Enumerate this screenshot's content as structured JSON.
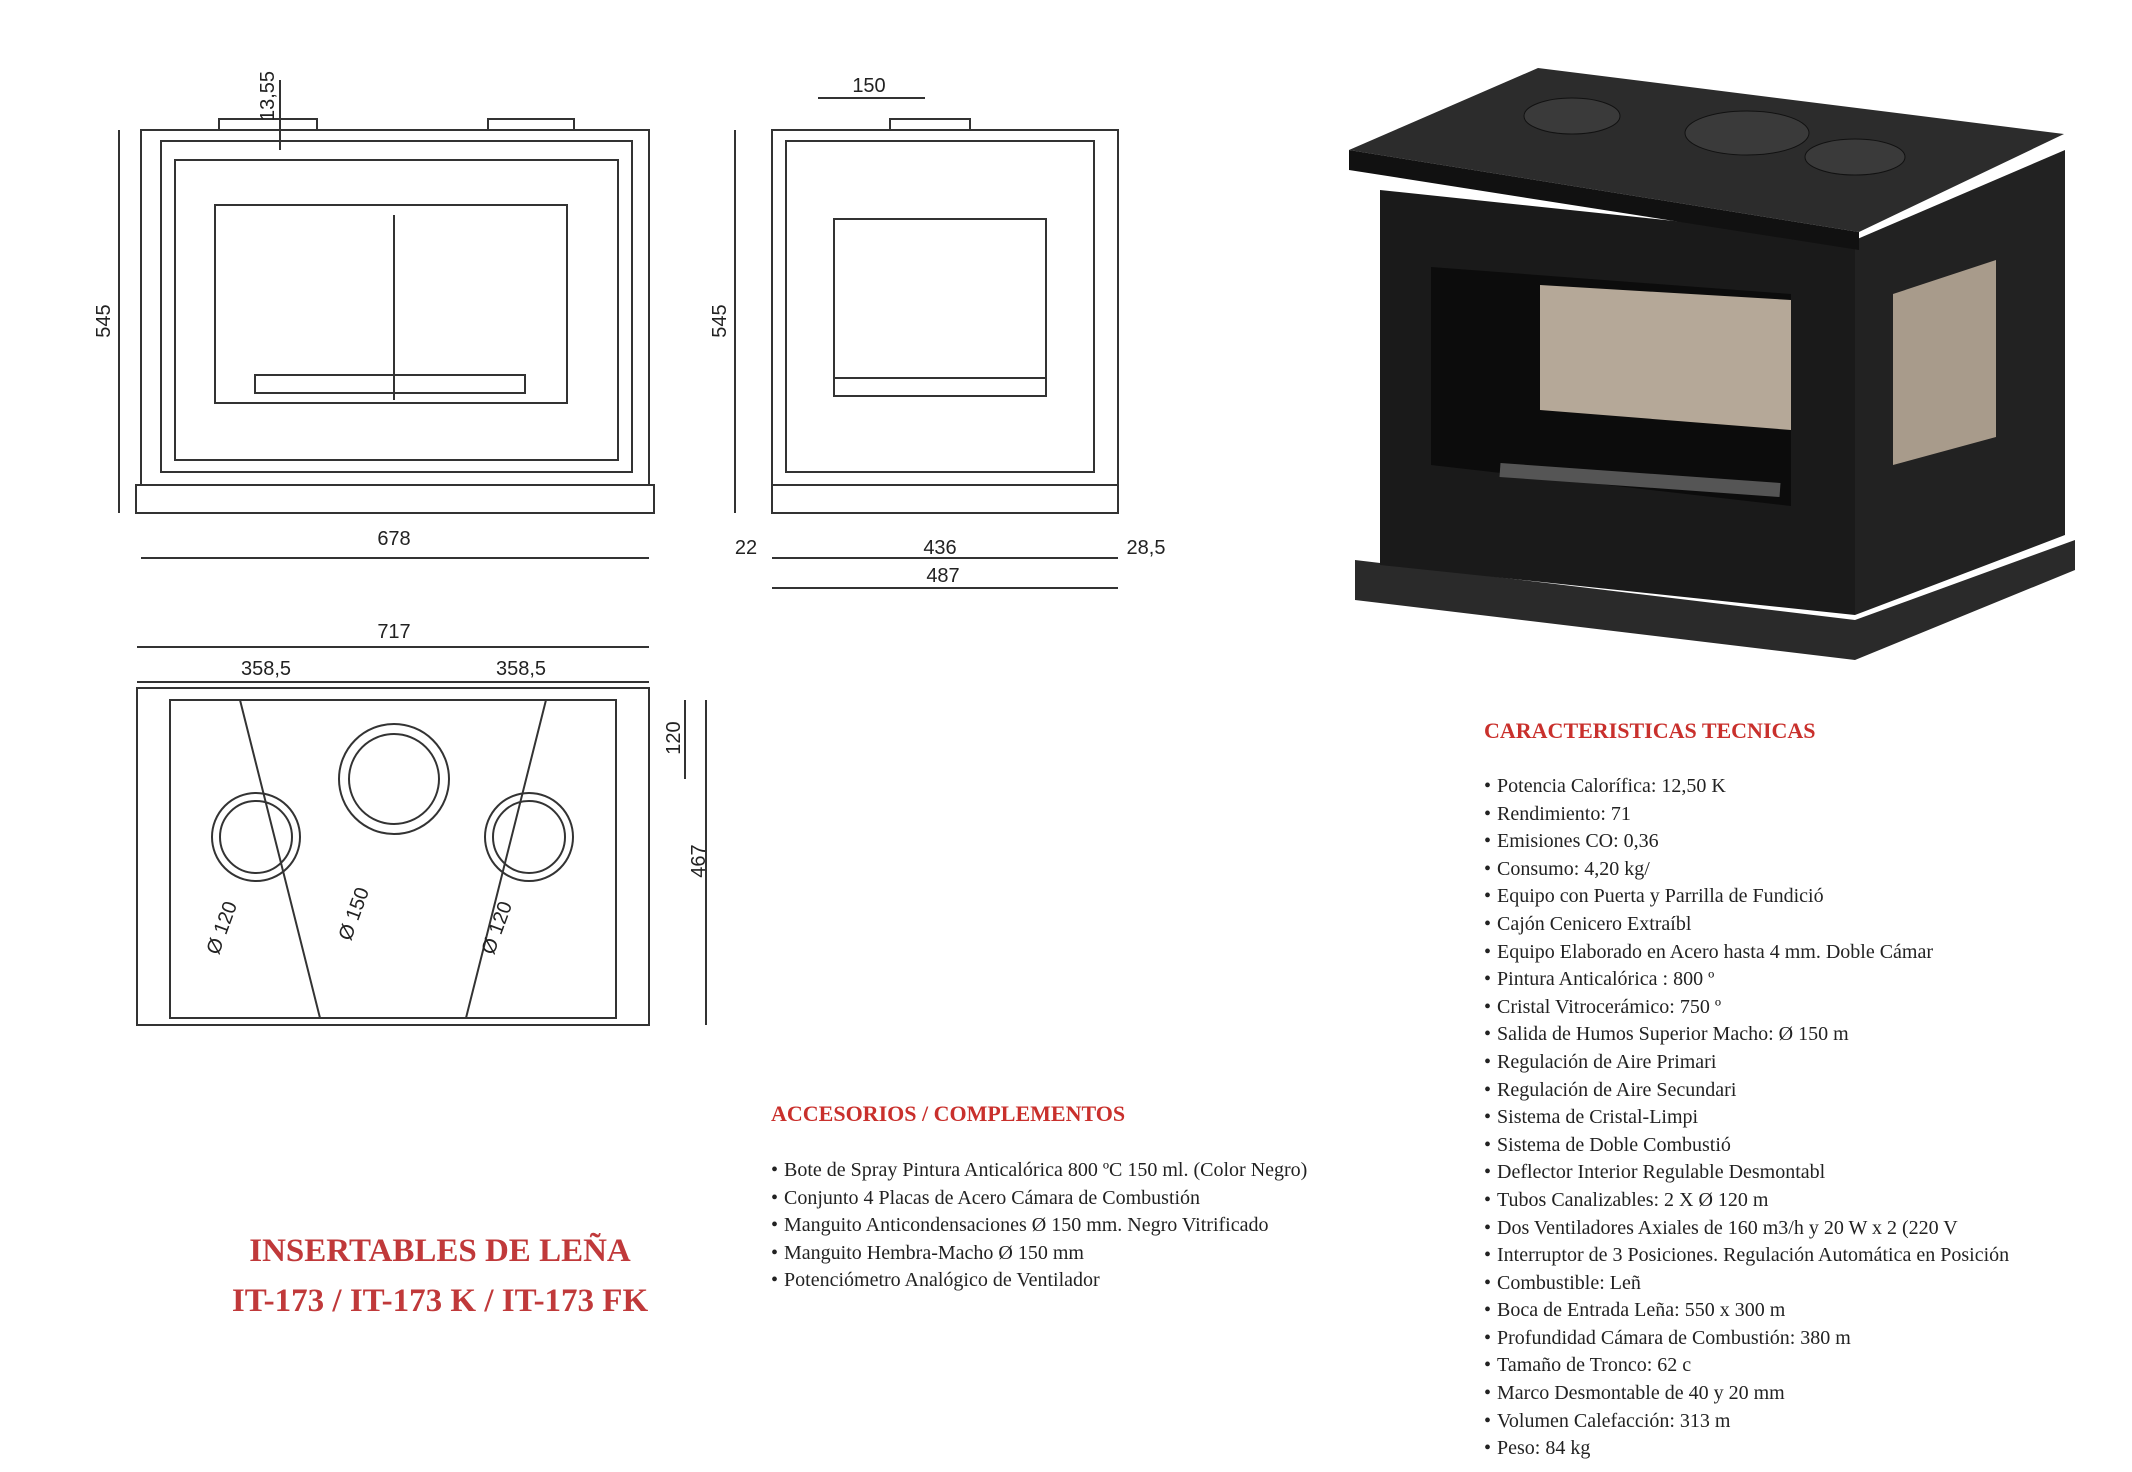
{
  "title": {
    "line1": "INSERTABLES DE LEÑA",
    "line2": "IT-173  /  IT-173 K  /  IT-173 FK"
  },
  "dimensions": {
    "front": {
      "top_offset": "13,55",
      "height": "545",
      "width": "678"
    },
    "side": {
      "flue": "150",
      "height": "545",
      "left": "22",
      "body": "436",
      "right": "28,5",
      "total": "487"
    },
    "top": {
      "width": "717",
      "half_left": "358,5",
      "half_right": "358,5",
      "offset": "120",
      "depth": "467",
      "d_left": "Ø 120",
      "d_center": "Ø 150",
      "d_right": "Ø 120"
    }
  },
  "accessories": {
    "heading": "ACCESORIOS / COMPLEMENTOS",
    "items": [
      "Bote de Spray Pintura Anticalórica 800 ºC 150 ml. (Color Negro)",
      "Conjunto 4 Placas de Acero Cámara de Combustión",
      "Manguito Anticondensaciones Ø 150 mm. Negro  Vitrificado",
      "Manguito Hembra-Macho Ø 150 mm",
      "Potenciómetro Analógico de Ventilador"
    ]
  },
  "specs": {
    "heading": "CARACTERISTICAS TECNICAS",
    "items": [
      "Potencia Calorífica: 12,50 K",
      "Rendimiento: 71",
      "Emisiones CO: 0,36",
      "Consumo:  4,20 kg/",
      "Equipo con Puerta y Parrilla de Fundició",
      "Cajón Cenicero  Extraíbl",
      "Equipo Elaborado en Acero hasta 4 mm. Doble Cámar",
      "Pintura Anticalórica :  800 º",
      "Cristal Vitrocerámico: 750 º",
      "Salida de Humos Superior  Macho: Ø 150 m",
      "Regulación de Aire Primari",
      "Regulación  de Aire Secundari",
      "Sistema de Cristal-Limpi",
      "Sistema de Doble Combustió",
      "Deflector Interior Regulable Desmontabl",
      "Tubos Canalizables: 2 X Ø 120 m",
      "Dos Ventiladores Axiales de 160 m3/h y 20 W x 2 (220 V",
      "Interruptor de 3 Posiciones. Regulación Automática en Posición",
      "Combustible: Leñ",
      "Boca de Entrada Leña: 550 x 300 m",
      "Profundidad Cámara de Combustión: 380 m",
      "Tamaño de Tronco: 62 c",
      "Marco Desmontable de 40 y 20 mm",
      "Volumen Calefacción: 313 m",
      "Peso: 84 kg"
    ]
  },
  "colors": {
    "accent": "#c9302c",
    "line": "#333333",
    "stove": "#1a1a1a",
    "glass": "#b5a898"
  }
}
